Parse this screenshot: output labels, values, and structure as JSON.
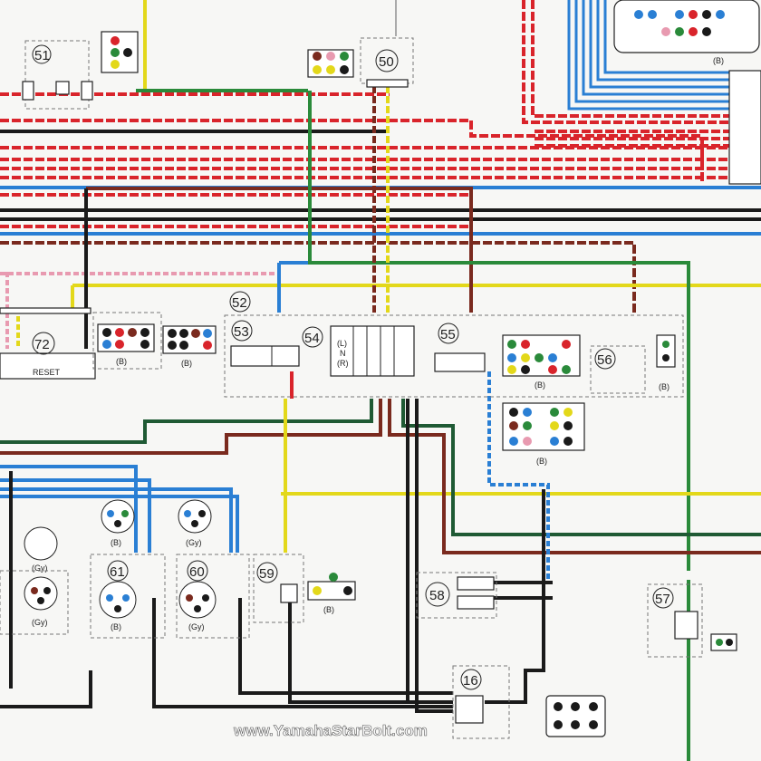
{
  "components": {
    "c51": "51",
    "c50": "50",
    "c72": "72",
    "c52": "52",
    "c53": "53",
    "c54": "54",
    "c55": "55",
    "c56": "56",
    "c61": "61",
    "c60": "60",
    "c59": "59",
    "c58": "58",
    "c57": "57",
    "c16": "16"
  },
  "labels": {
    "reset": "RESET",
    "b": "(B)",
    "gy": "(Gy)",
    "switch_l": "(L)",
    "switch_n": "N",
    "switch_r": "(R)"
  },
  "watermark": "www.YamahaStarBolt.com",
  "colors": {
    "red": "#d9242b",
    "black": "#1a1a1a",
    "blue": "#2a7fd4",
    "green": "#2a8a3a",
    "yellow": "#e3d81a",
    "brown": "#7a2a1e",
    "pink": "#e89ab0",
    "darkgreen": "#1f5a34"
  }
}
